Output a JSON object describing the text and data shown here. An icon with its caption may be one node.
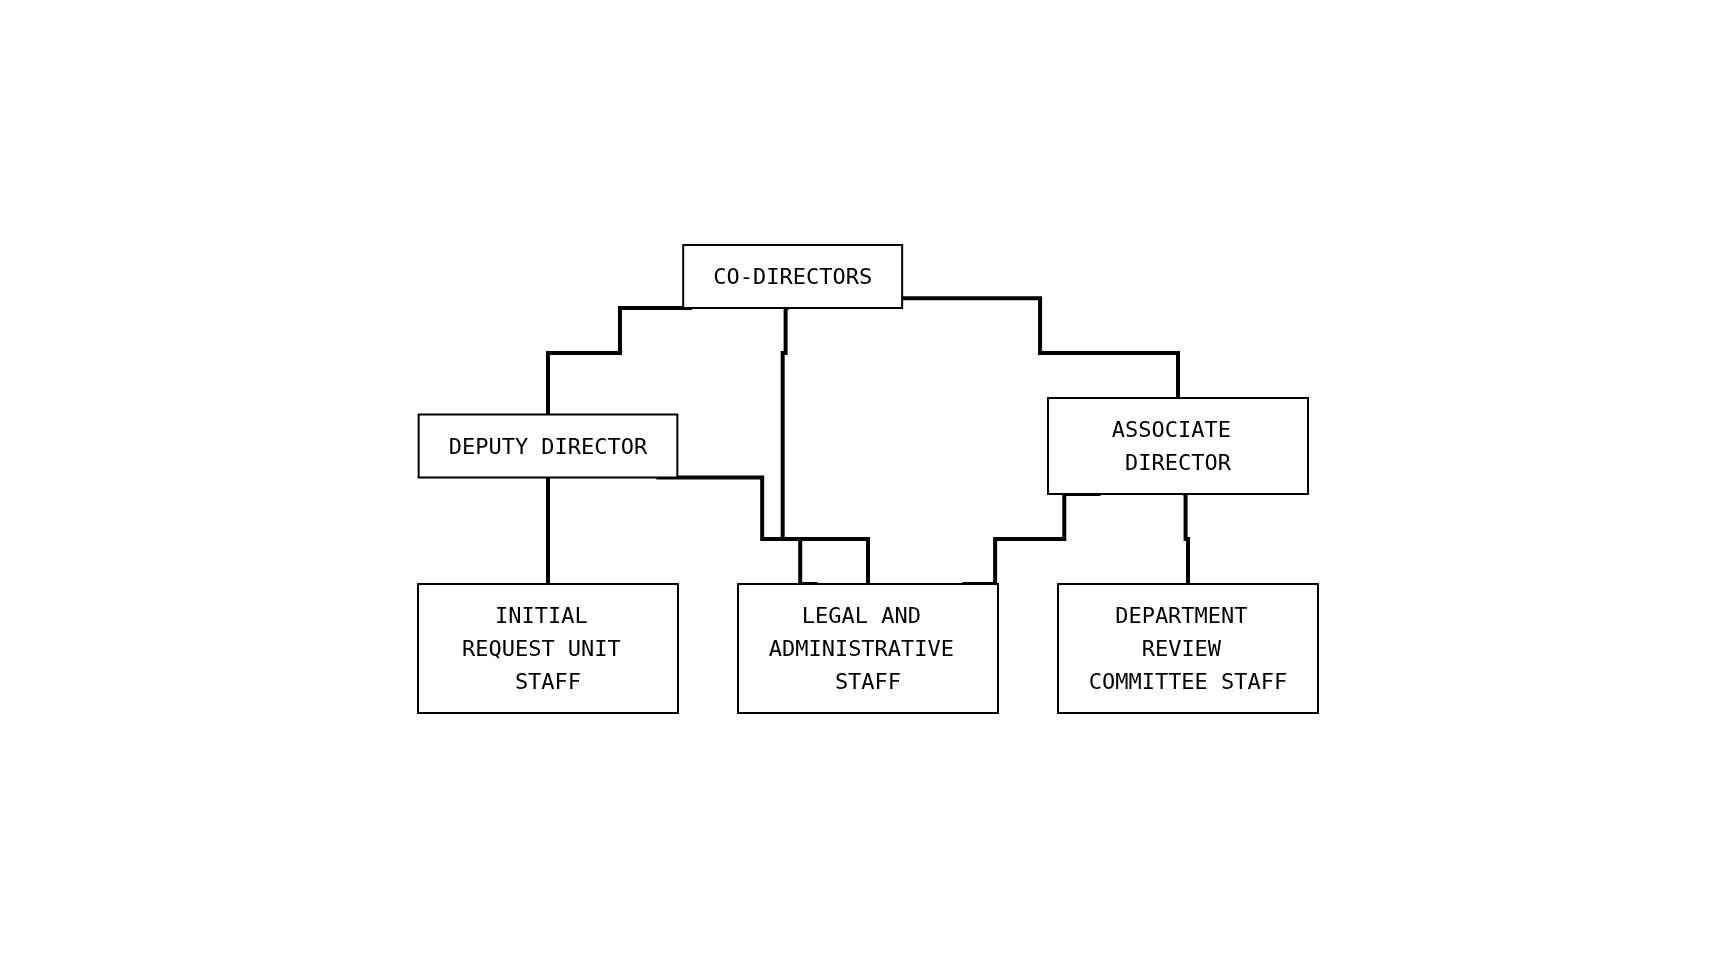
{
  "diagram": {
    "nodes": [
      {
        "text": [
          "CO-DIRECTORS"
        ]
      },
      {
        "text": [
          "DEPUTY DIRECTOR"
        ]
      },
      {
        "text": [
          "ASSOCIATE DIRECTOR"
        ]
      },
      {
        "text": [
          "INITIAL REQUEST UNIT STAFF"
        ]
      },
      {
        "text": [
          "LEGAL AND ADMINISTRATIVE STAFF"
        ]
      },
      {
        "text": [
          "DEPARTMENT REVIEW COMMITTEE STAFF"
        ]
      }
    ],
    "edges": [
      {
        "from": 0,
        "to": 1,
        "arrow": "none"
      },
      {
        "from": 0,
        "to": 2,
        "arrow": "none"
      },
      {
        "from": 0,
        "to": 4,
        "arrow": "none"
      },
      {
        "from": 1,
        "to": 3,
        "arrow": "none"
      },
      {
        "from": 1,
        "to": 4,
        "arrow": "none"
      },
      {
        "from": 2,
        "to": 4,
        "arrow": "none"
      },
      {
        "from": 2,
        "to": 5,
        "arrow": "none"
      }
    ]
  }
}
